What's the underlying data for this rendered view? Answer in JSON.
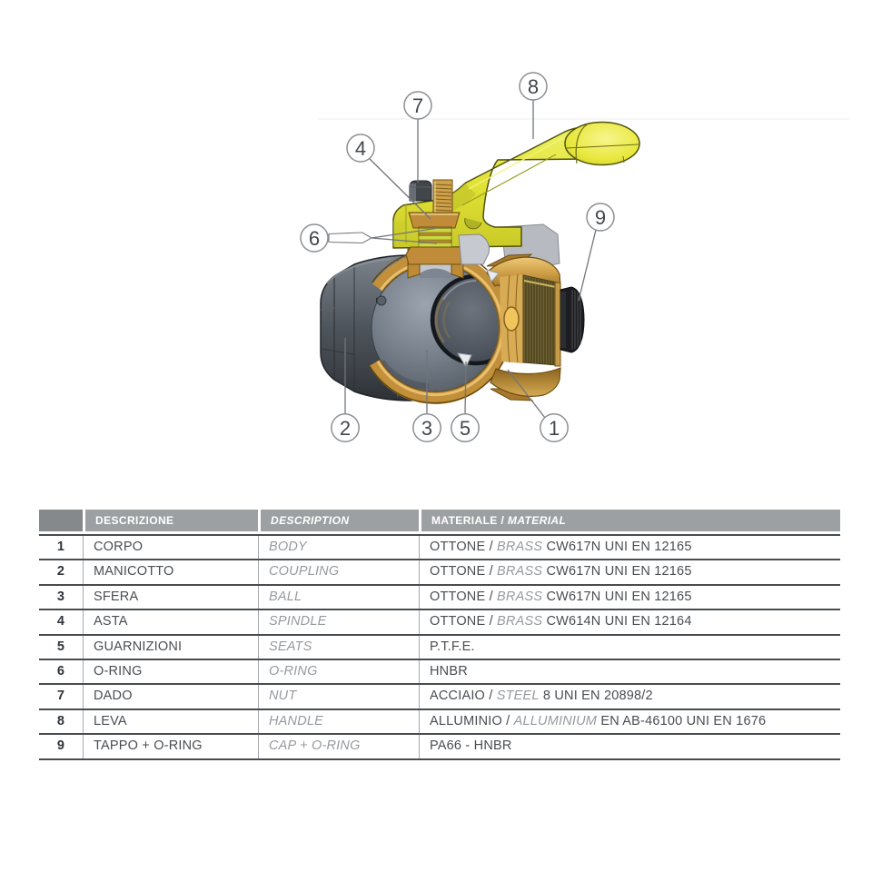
{
  "diagram": {
    "title": "ball-valve-cross-section",
    "callouts": [
      {
        "label": "1"
      },
      {
        "label": "2"
      },
      {
        "label": "3"
      },
      {
        "label": "4"
      },
      {
        "label": "5"
      },
      {
        "label": "6"
      },
      {
        "label": "7"
      },
      {
        "label": "8"
      },
      {
        "label": "9"
      }
    ]
  },
  "table": {
    "headers": {
      "num": "",
      "descrizione": "DESCRIZIONE",
      "description": "DESCRIPTION",
      "materiale_plain": "MATERIALE / ",
      "materiale_italic": "MATERIAL"
    },
    "rows": [
      {
        "num": "1",
        "descrizione": "CORPO",
        "description": "BODY",
        "mat_plain": "OTTONE / ",
        "mat_italic": "BRASS",
        "mat_rest": " CW617N UNI EN 12165"
      },
      {
        "num": "2",
        "descrizione": "MANICOTTO",
        "description": "COUPLING",
        "mat_plain": "OTTONE / ",
        "mat_italic": "BRASS",
        "mat_rest": " CW617N UNI EN 12165"
      },
      {
        "num": "3",
        "descrizione": "SFERA",
        "description": "BALL",
        "mat_plain": "OTTONE / ",
        "mat_italic": "BRASS",
        "mat_rest": " CW617N UNI EN 12165"
      },
      {
        "num": "4",
        "descrizione": "ASTA",
        "description": "SPINDLE",
        "mat_plain": "OTTONE / ",
        "mat_italic": "BRASS",
        "mat_rest": " CW614N UNI EN 12164"
      },
      {
        "num": "5",
        "descrizione": "GUARNIZIONI",
        "description": "SEATS",
        "mat_plain": "P.T.F.E.",
        "mat_italic": "",
        "mat_rest": ""
      },
      {
        "num": "6",
        "descrizione": "O-RING",
        "description": "O-RING",
        "mat_plain": "HNBR",
        "mat_italic": "",
        "mat_rest": ""
      },
      {
        "num": "7",
        "descrizione": "DADO",
        "description": "NUT",
        "mat_plain": "ACCIAIO / ",
        "mat_italic": "STEEL",
        "mat_rest": " 8 UNI EN 20898/2"
      },
      {
        "num": "8",
        "descrizione": "LEVA",
        "description": "HANDLE",
        "mat_plain": "ALLUMINIO / ",
        "mat_italic": "ALLUMINIUM",
        "mat_rest": " EN AB-46100 UNI EN 1676"
      },
      {
        "num": "9",
        "descrizione": "TAPPO + O-RING",
        "description": "CAP + O-RING",
        "mat_plain": "PA66 - HNBR",
        "mat_italic": "",
        "mat_rest": ""
      }
    ]
  },
  "colors": {
    "brass": "#c28f3a",
    "brass_bright": "#ecc577",
    "handle_yellow": "#e3e235",
    "ball_gray": "#6e7682",
    "coupling_gray": "#4e545b",
    "cap_black": "#1b1d20",
    "header_gray": "#9da0a3",
    "header_dark_gray": "#86898c",
    "row_line": "#494c4f",
    "text_dark": "#4a4d51",
    "text_italic_gray": "#96999d"
  }
}
